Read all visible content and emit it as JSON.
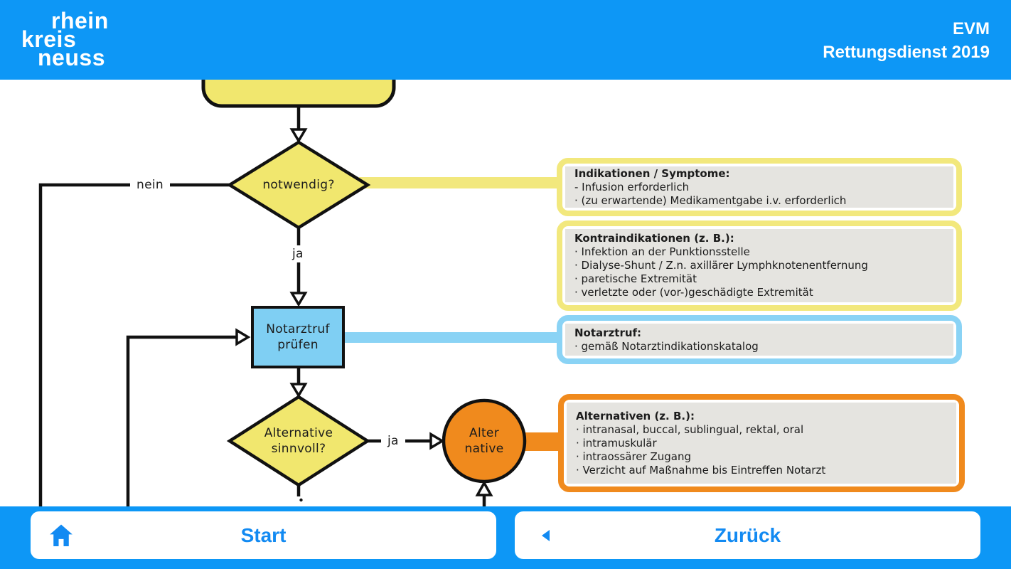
{
  "header": {
    "logo": [
      "rhein",
      "kreis",
      "neuss"
    ],
    "title": "EVM",
    "subtitle": "Rettungsdienst 2019"
  },
  "flowchart": {
    "decision1": "notwendig?",
    "no_label": "nein",
    "yes_label_1": "ja",
    "process_line1": "Notarztruf",
    "process_line2": "prüfen",
    "decision2_line1": "Alternative",
    "decision2_line2": "sinnvoll?",
    "yes_label_2": "ja",
    "alternative_line1": "Alter",
    "alternative_line2": "native"
  },
  "info_boxes": [
    {
      "title": "Indikationen / Symptome:",
      "items": [
        "- Infusion erforderlich",
        "· (zu erwartende) Medikamentgabe i.v. erforderlich"
      ]
    },
    {
      "title": "Kontraindikationen (z. B.):",
      "items": [
        "· Infektion an der Punktionsstelle",
        "· Dialyse-Shunt / Z.n. axillärer Lymphknotenentfernung",
        "· paretische Extremität",
        "· verletzte oder (vor-)geschädigte Extremität"
      ]
    },
    {
      "title": "Notarztruf:",
      "items": [
        "· gemäß Notarztindikationskatalog"
      ]
    },
    {
      "title": "Alternativen (z. B.):",
      "items": [
        "· intranasal, buccal, sublingual, rektal, oral",
        "· intramuskulär",
        "· intraossärer Zugang",
        "· Verzicht auf Maßnahme bis Eintreffen Notarzt"
      ]
    }
  ],
  "nav": {
    "start": "Start",
    "back": "Zurück"
  },
  "colors": {
    "header_blue": "#0d97f6",
    "button_text_blue": "#128af2",
    "flow_yellow": "#f1e76e",
    "box_border_yellow": "#f2e87d",
    "flow_blue": "#7fcff3",
    "box_border_blue": "#8ad3f5",
    "flow_orange": "#f08a1d",
    "panel_gray": "#e5e4e0"
  }
}
